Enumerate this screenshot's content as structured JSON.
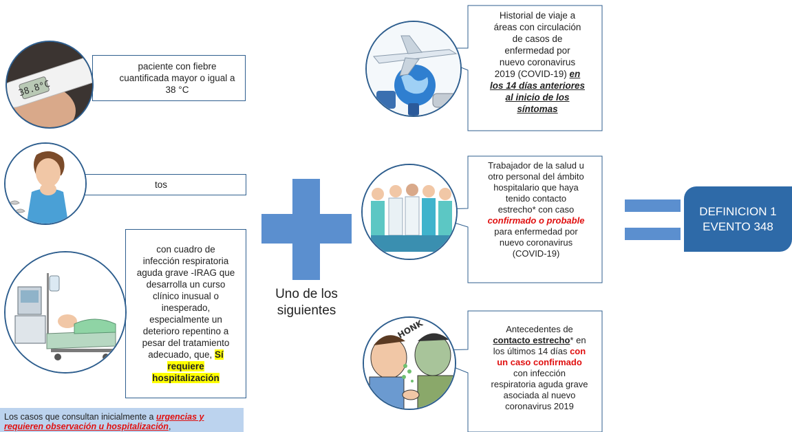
{
  "left": {
    "fever": "paciente con fiebre cuantificada mayor o igual a 38 °C",
    "cough": "tos",
    "irag_lines": [
      "con cuadro de",
      "infección respiratoria",
      "aguda grave -IRAG que",
      "desarrolla un curso",
      "clínico inusual o",
      "inesperado,",
      "especialmente un",
      "deterioro repentino a",
      "pesar del tratamiento"
    ],
    "irag_adecuado": "adecuado, que,",
    "irag_si": "Sí",
    "irag_requiere": "requiere",
    "irag_hosp": "hospitalización",
    "thermometer_reading": "38.8°C"
  },
  "center": {
    "uno_de_los": "Uno de los",
    "siguientes": "siguientes"
  },
  "right": {
    "travel_lines": [
      "Historial de viaje a",
      "áreas con circulación",
      "de casos de",
      "enfermedad por",
      "nuevo coronavirus",
      "2019 (COVID-19)"
    ],
    "travel_em1": "en",
    "travel_em_lines": [
      "los 14 días anteriores",
      "al inicio de los",
      "síntomas"
    ],
    "worker_lines": [
      "Trabajador de la salud u",
      "otro personal del ámbito",
      "hospitalario que haya",
      "tenido contacto",
      "estrecho* con caso"
    ],
    "worker_red": "confirmado o probable",
    "worker_tail": [
      "para enfermedad por",
      "nuevo coronavirus",
      "(COVID-19)"
    ],
    "contact_line1": "Antecedentes de",
    "contact_bold": "contacto estrecho",
    "contact_star": "* en",
    "contact_line3a": "los últimos 14 días",
    "contact_red1": "con",
    "contact_red2": "un caso confirmado",
    "contact_tail": [
      "con infección",
      "respiratoria aguda grave",
      "asociada al nuevo",
      "coronavirus 2019"
    ],
    "honk": "HONK"
  },
  "result": {
    "line1": "DEFINICION 1",
    "line2": "EVENTO 348"
  },
  "note": {
    "prefix": "Los casos que consultan inicialmente a ",
    "red": "urgencias y requieren observación u hospitalización",
    "suffix": ","
  },
  "colors": {
    "accent": "#5b8fcf",
    "dark_blue": "#2e6aa8",
    "red": "#e01010",
    "highlight": "#ffff00"
  }
}
